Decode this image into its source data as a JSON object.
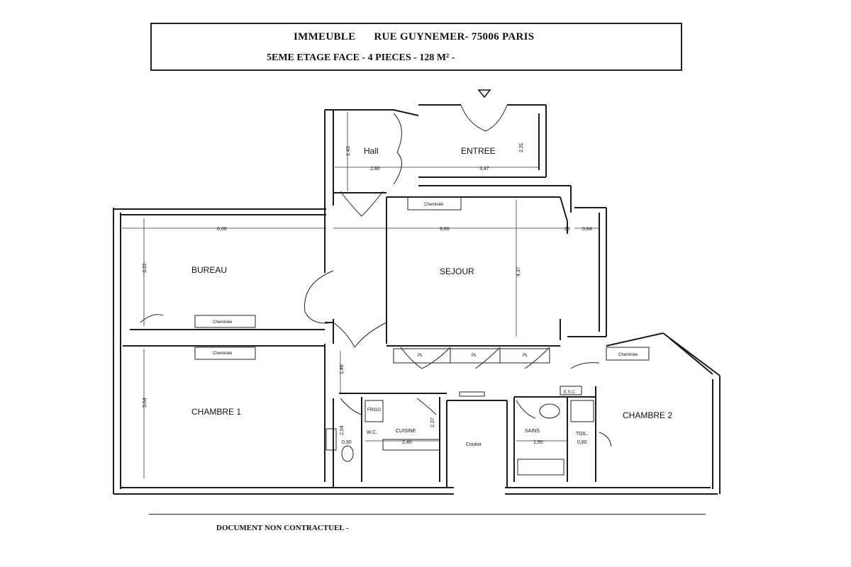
{
  "header": {
    "building": "IMMEUBLE",
    "address": "RUE GUYNEMER- 75006 PARIS",
    "floor_info": "5EME ETAGE FACE - 4 PIECES - 128 M² -"
  },
  "rooms": {
    "hall": "Hall",
    "entree": "ENTREE",
    "bureau": "BUREAU",
    "sejour": "SEJOUR",
    "chambre1": "CHAMBRE 1",
    "chambre2": "CHAMBRE 2",
    "wc": "W.C.",
    "cuisine": "CUISINE",
    "sains": "SAINS",
    "toil": "TOIL.",
    "couloir": "Couloir"
  },
  "fixtures": {
    "cheminee": "Cheminée",
    "placard": "PL",
    "frigo": "FRIGO",
    "esc": "E.S.C."
  },
  "dimensions": {
    "hall_width": "2,80",
    "hall_height": "2,43",
    "entree_width": "3,47",
    "entree_height": "2,31",
    "bureau_width": "6,00",
    "bureau_height": "3,22",
    "sejour_width": "9,80",
    "sejour_height": "4,37",
    "sejour_ext": "0,84",
    "sejour_small": "28",
    "chambre1_height": "3,64",
    "corridor": "1,46",
    "wc_height": "2,04",
    "wc_width": "0,90",
    "cuisine_width": "2,40",
    "cuisine_height": "2,37",
    "sains_width": "1,60",
    "toil_width": "0,80"
  },
  "footer": {
    "disclaimer": "DOCUMENT NON CONTRACTUEL -"
  }
}
